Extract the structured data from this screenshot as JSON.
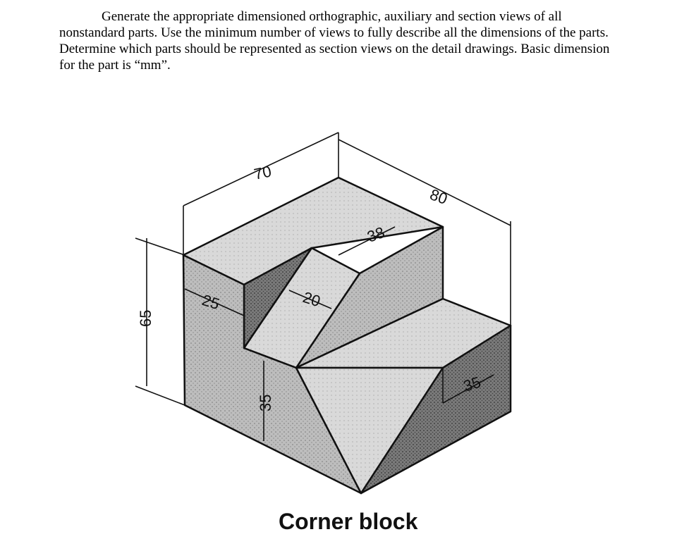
{
  "instructions": {
    "paragraph": "Generate the appropriate dimensioned orthographic, auxiliary and section views of all nonstandard parts.  Use the minimum number of views to fully describe all the dimensions of the parts. Determine which parts should be represented as section views on the detail drawings. Basic dimension for the part is “mm”."
  },
  "dimensions": {
    "width": "70",
    "depth": "80",
    "height": "65",
    "top_step": "38",
    "ledge": "25",
    "slot": "20",
    "left_lower": "35",
    "right_lower": "35"
  },
  "caption": "Corner block"
}
